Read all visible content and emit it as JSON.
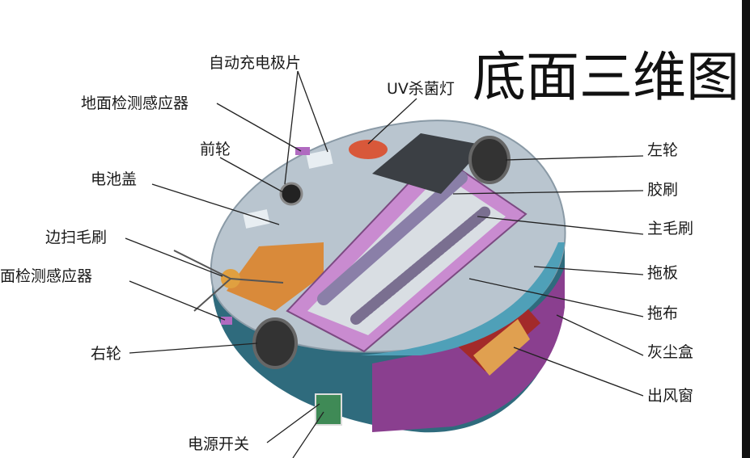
{
  "title": "底面三维图",
  "labels": {
    "charging_contacts": "自动充电极片",
    "uv_lamp": "UV杀菌灯",
    "floor_sensor_top": "地面检测感应器",
    "front_wheel": "前轮",
    "battery_cover": "电池盖",
    "side_brush": "边扫毛刷",
    "floor_sensor_left": "面检测感应器",
    "right_wheel": "右轮",
    "power_switch": "电源开关",
    "left_wheel": "左轮",
    "rubber_brush": "胶刷",
    "main_brush": "主毛刷",
    "mop_plate": "拖板",
    "mop_cloth": "拖布",
    "dust_bin": "灰尘盒",
    "air_outlet": "出风窗"
  },
  "colors": {
    "shell": "#b9c5cf",
    "side_teal": "#2f6b7d",
    "side_purple": "#8a3f8f",
    "brush_frame": "#c98bd0",
    "battery_cover": "#d98a3a",
    "vent": "#e0a050",
    "dustbin_red": "#a32a2a",
    "uv": "#d8583a"
  }
}
